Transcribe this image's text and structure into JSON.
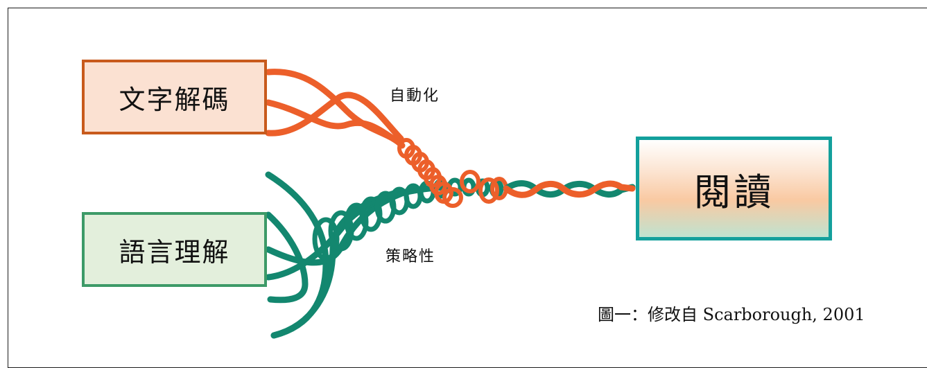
{
  "boxes": {
    "word_decoding": "文字解碼",
    "language_comprehension": "語言理解",
    "reading": "閱讀"
  },
  "labels": {
    "automaticity": "自動化",
    "strategic": "策略性"
  },
  "caption": "圖一：修改自 Scarborough, 2001",
  "colors": {
    "decoding_strand": "#ec5f2a",
    "comprehension_strand": "#13876f",
    "reading_border": "#13a09c"
  }
}
